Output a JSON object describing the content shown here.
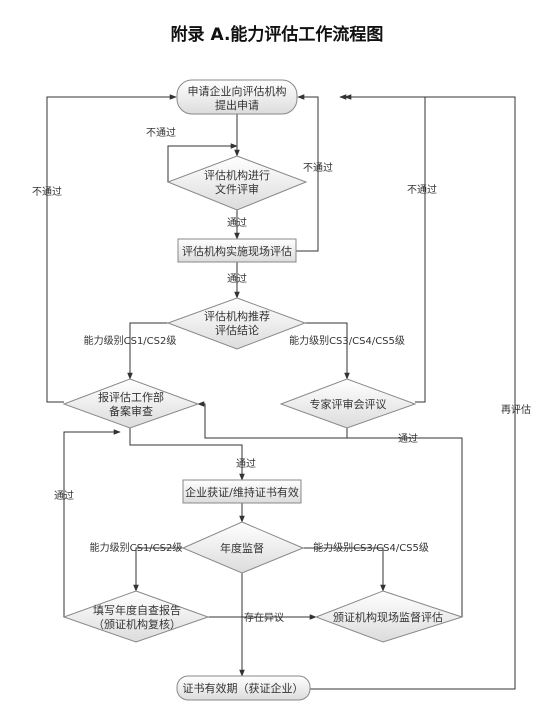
{
  "title": "附录 A.能力评估工作流程图",
  "nodes": {
    "apply": [
      "申请企业向评估机构",
      "提出申请"
    ],
    "doc_review": [
      "评估机构进行",
      "文件评审"
    ],
    "onsite": [
      "评估机构实施现场评估"
    ],
    "recommend": [
      "评估机构推荐",
      "评估结论"
    ],
    "filing": [
      "报评估工作部",
      "备案审查"
    ],
    "expert": [
      "专家评审会评议"
    ],
    "certify": [
      "企业获证/维持证书有效"
    ],
    "annual": [
      "年度监督"
    ],
    "self_check": [
      "填写年度自查报告",
      "（颁证机构复核）"
    ],
    "onsite_supervise": [
      "颁证机构现场监督评估"
    ],
    "valid": [
      "证书有效期（获证企业）"
    ]
  },
  "labels": {
    "fail_1": "不通过",
    "fail_2": "不通过",
    "fail_3": "不通过",
    "fail_4": "不通过",
    "pass_1": "通过",
    "pass_2": "通过",
    "pass_3": "通过",
    "pass_4": "通过",
    "pass_5": "通过",
    "level_low_1": "能力级别CS1/CS2级",
    "level_high_1": "能力级别CS3/CS4/CS5级",
    "level_low_2": "能力级别CS1/CS2级",
    "level_high_2": "能力级别CS3/CS4/CS5级",
    "dispute": "存在异议",
    "reassess": "再评估"
  }
}
